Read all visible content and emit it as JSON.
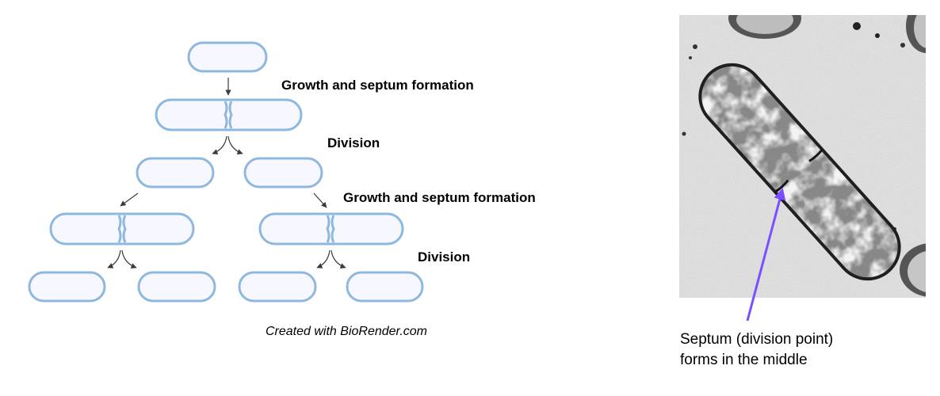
{
  "diagram": {
    "labels": {
      "growth_1": "Growth and septum formation",
      "division_1": "Division",
      "growth_2": "Growth and septum formation",
      "division_2": "Division"
    },
    "credit": "Created with BioRender.com"
  },
  "micrograph": {
    "annotation_line1": "Septum (division point)",
    "annotation_line2": "forms in the middle"
  },
  "colors": {
    "cell_fill": "#f7f7ff",
    "cell_outline": "#8fb8de",
    "arrow_dark": "#3b3b3b",
    "annotation_arrow": "#7b4fff"
  }
}
